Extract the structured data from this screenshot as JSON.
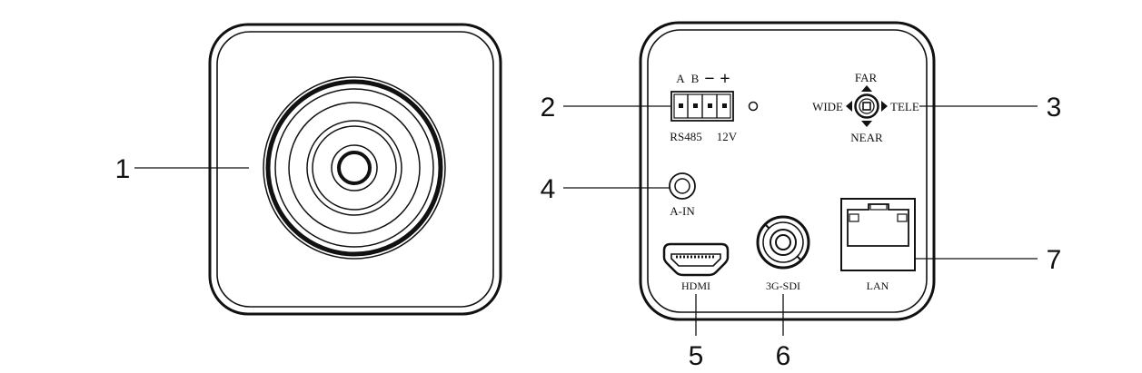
{
  "callouts": [
    "1",
    "2",
    "3",
    "4",
    "5",
    "6",
    "7"
  ],
  "terminal": {
    "pin_a": "A",
    "pin_b": "B",
    "minus": "−",
    "plus": "+",
    "rs485": "RS485",
    "power": "12V"
  },
  "joystick": {
    "up": "FAR",
    "down": "NEAR",
    "left": "WIDE",
    "right": "TELE"
  },
  "ports": {
    "audio_in": "A-IN",
    "hdmi": "HDMI",
    "sdi": "3G-SDI",
    "lan": "LAN"
  }
}
